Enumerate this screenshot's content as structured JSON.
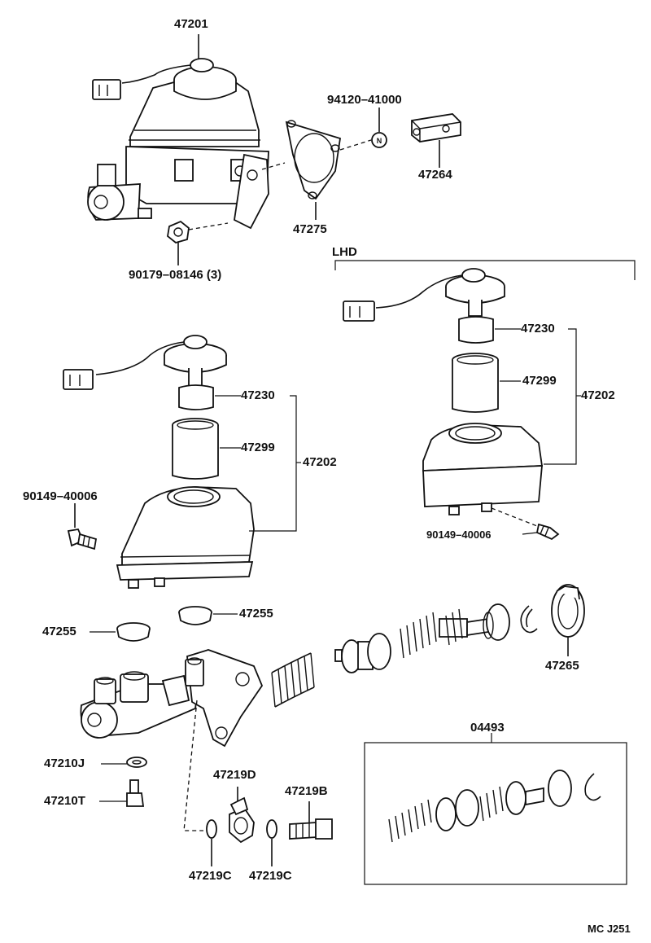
{
  "labels": {
    "p47201": "47201",
    "p94120": "94120–41000",
    "p47264": "47264",
    "p47275": "47275",
    "p90179": "90179–08146 (3)",
    "lhd": "LHD",
    "p47230_left": "47230",
    "p47299_left": "47299",
    "p47202_left": "47202",
    "p90149_left": "90149–40006",
    "p47230_right": "47230",
    "p47299_right": "47299",
    "p47202_right": "47202",
    "p90149_right": "90149–40006",
    "p47255_right": "47255",
    "p47255_left": "47255",
    "p47265": "47265",
    "p04493": "04493",
    "p47210J": "47210J",
    "p47210T": "47210T",
    "p47219D": "47219D",
    "p47219B": "47219B",
    "p47219C_a": "47219C",
    "p47219C_b": "47219C",
    "drawing_code": "MC J251"
  }
}
